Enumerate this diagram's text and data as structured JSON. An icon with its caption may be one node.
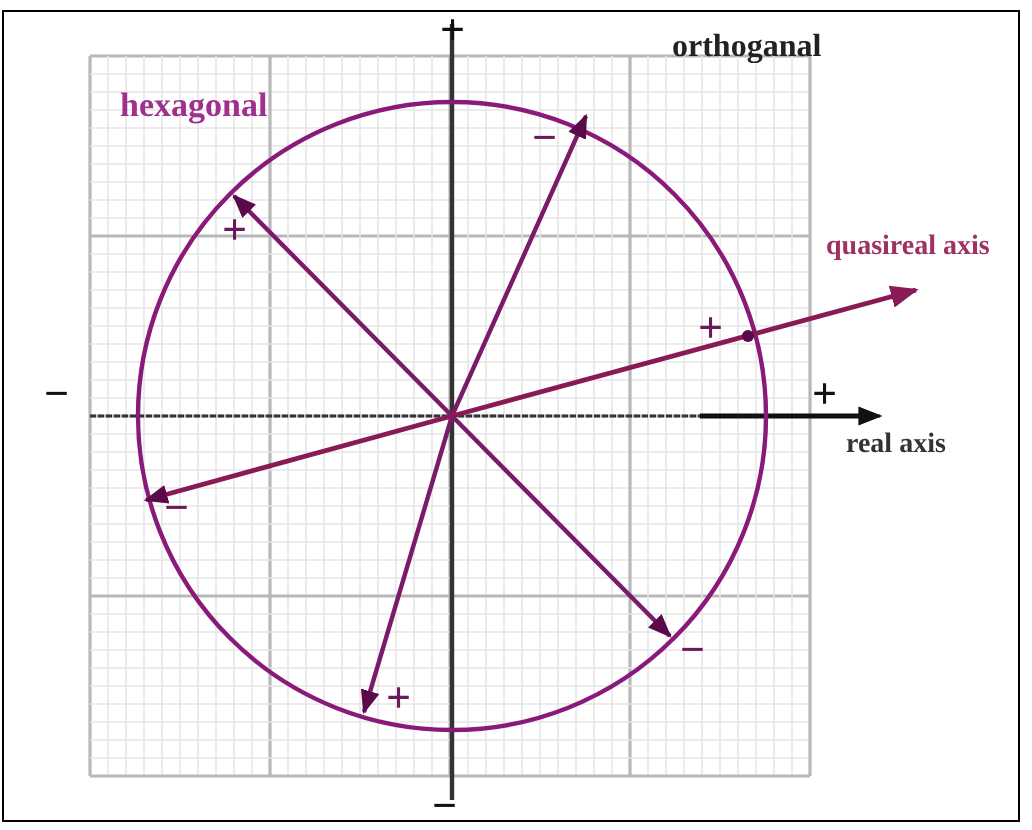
{
  "diagram": {
    "labels": [
      "+",
      "hexagonal",
      "orthoganal",
      "−",
      "+",
      "quasireal axis",
      "+",
      "−",
      "+",
      "real axis",
      "−",
      "−",
      "+",
      "−"
    ]
  }
}
